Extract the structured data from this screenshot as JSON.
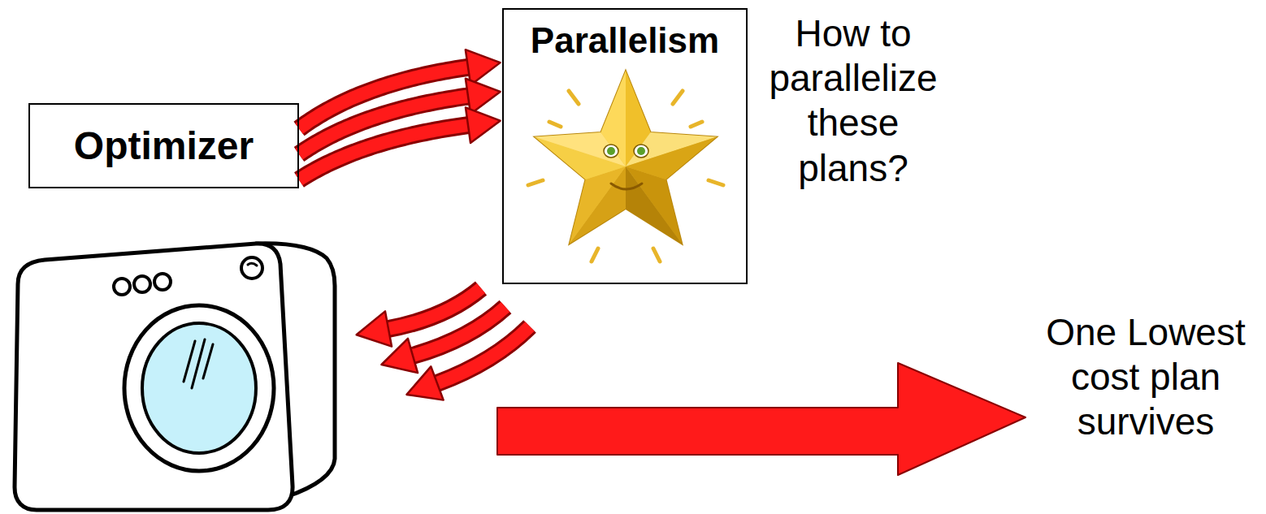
{
  "diagram": {
    "nodes": [
      {
        "text": [
          "Optimizer"
        ]
      },
      {
        "text": [
          "Parallelism"
        ]
      }
    ],
    "edges": [
      {
        "from": 0,
        "to": 1,
        "arrow": "to"
      },
      {
        "from": 0,
        "to": 1,
        "arrow": "to"
      },
      {
        "from": 0,
        "to": 1,
        "arrow": "to"
      }
    ],
    "labels": [
      "How to parallelize these plans?",
      "One Lowest cost plan survives"
    ]
  }
}
